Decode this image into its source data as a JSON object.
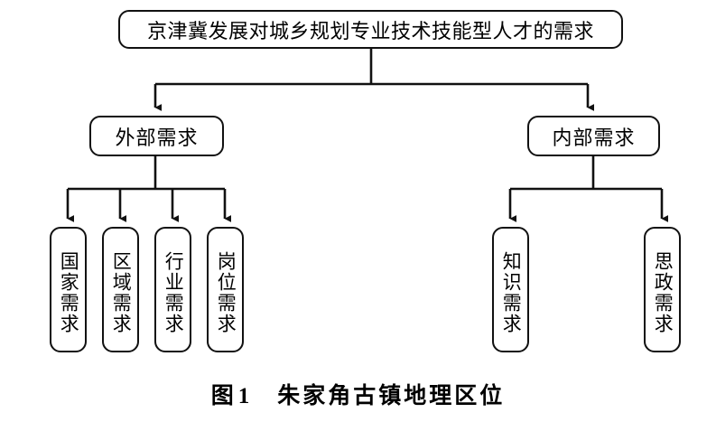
{
  "figure": {
    "type": "tree-diagram",
    "orientation": "top-down",
    "root": {
      "id": "root",
      "label": "京津冀发展对城乡规划专业技术技能型人才的需求",
      "text_direction": "horizontal"
    },
    "level2": [
      {
        "id": "external",
        "label": "外部需求",
        "text_direction": "horizontal"
      },
      {
        "id": "internal",
        "label": "内部需求",
        "text_direction": "horizontal"
      }
    ],
    "level3": {
      "external_children": [
        {
          "id": "national",
          "label": "国家需求",
          "text_direction": "vertical"
        },
        {
          "id": "regional",
          "label": "区域需求",
          "text_direction": "vertical"
        },
        {
          "id": "industry",
          "label": "行业需求",
          "text_direction": "vertical"
        },
        {
          "id": "position",
          "label": "岗位需求",
          "text_direction": "vertical"
        }
      ],
      "internal_children": [
        {
          "id": "knowledge",
          "label": "知识需求",
          "text_direction": "vertical"
        },
        {
          "id": "ideology",
          "label": "思政需求",
          "text_direction": "vertical"
        }
      ]
    },
    "connectors": {
      "style": "orthogonal-bus-with-arrowheads",
      "arrowhead": "filled-triangle"
    },
    "colors": {
      "background": "#ffffff",
      "box_border": "#111111",
      "box_fill": "#ffffff",
      "text": "#000000",
      "connector": "#111111"
    }
  },
  "caption": {
    "label_prefix": "图",
    "number": "1",
    "title": "朱家角古镇地理区位"
  }
}
